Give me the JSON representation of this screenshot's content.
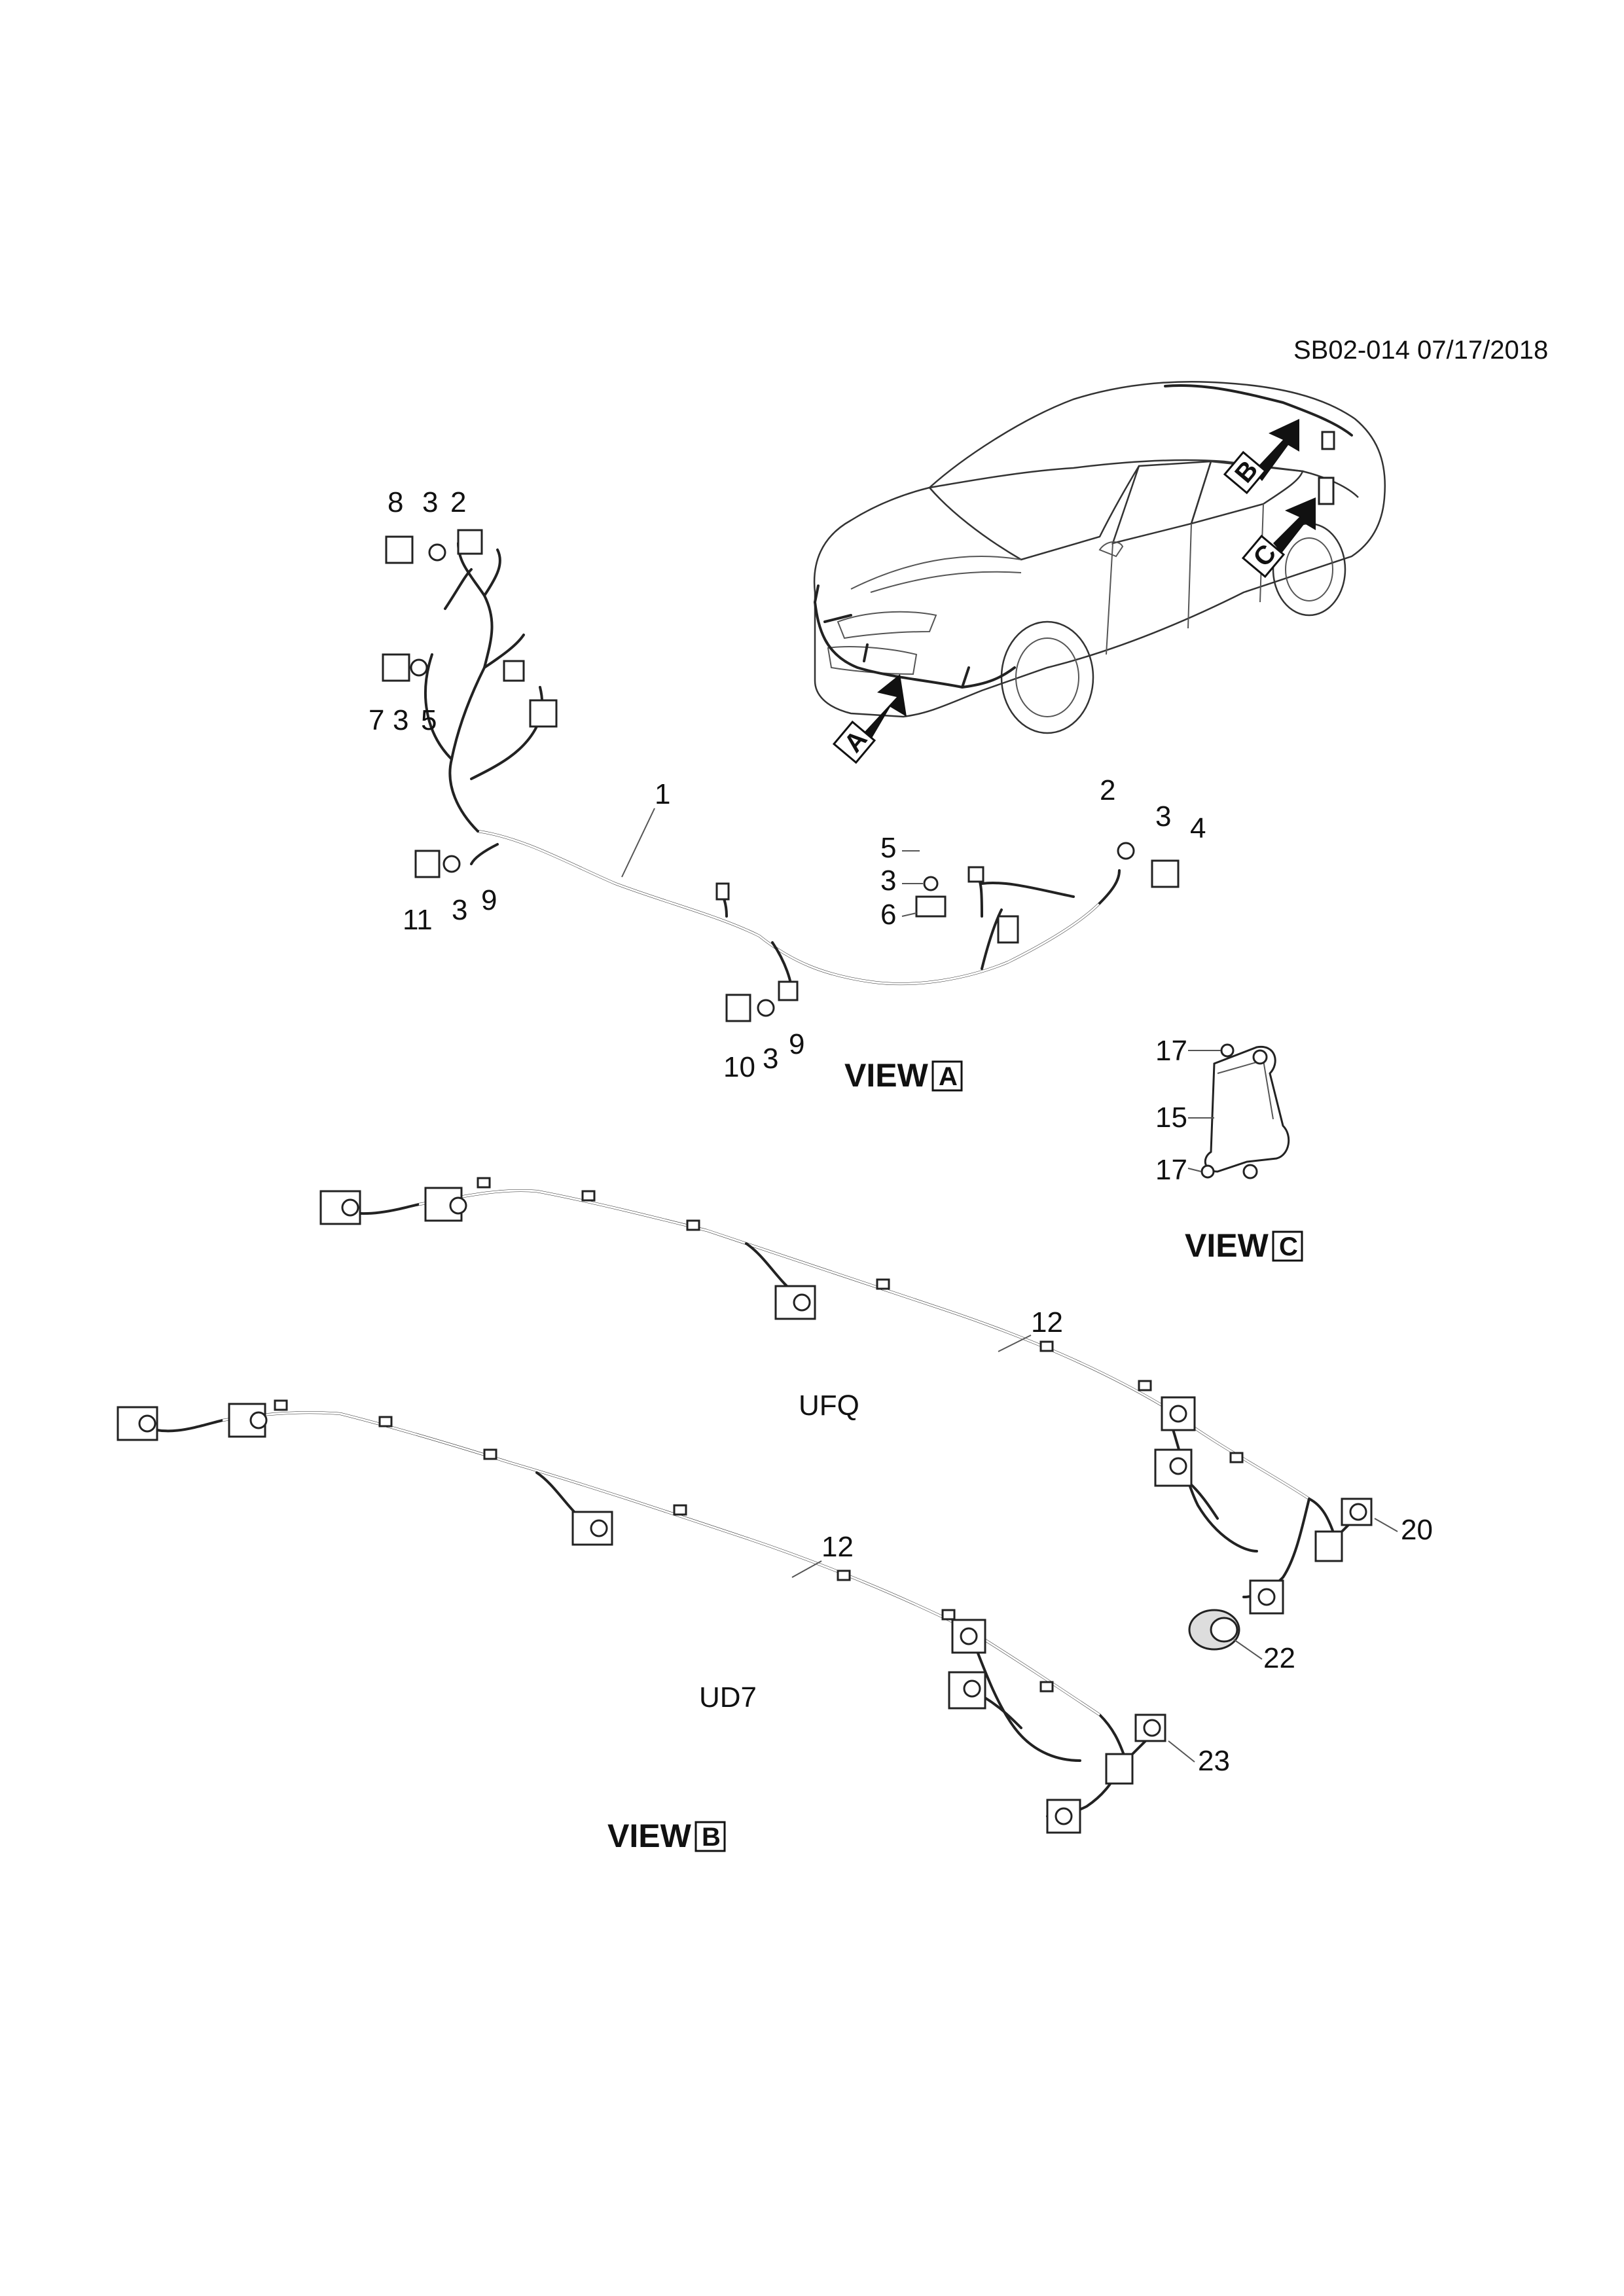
{
  "header": {
    "ref": "SB02-014 07/17/2018"
  },
  "views": {
    "a": {
      "word": "VIEW",
      "letter": "A"
    },
    "b": {
      "word": "VIEW",
      "letter": "B"
    },
    "c": {
      "word": "VIEW",
      "letter": "C"
    }
  },
  "car_arrows": {
    "a": "A",
    "b": "B",
    "c": "C"
  },
  "variants": {
    "upper": "UFQ",
    "lower": "UD7"
  },
  "callouts": {
    "a_8": "8",
    "a_3_top": "3",
    "a_2_top": "2",
    "a_7": "7",
    "a_3_mid": "3",
    "a_5_left": "5",
    "a_1": "1",
    "a_11": "11",
    "a_3_low": "3",
    "a_9_left": "9",
    "a_2_right": "2",
    "a_3_right": "3",
    "a_4": "4",
    "a_5_right": "5",
    "a_3_center": "3",
    "a_6": "6",
    "a_10": "10",
    "a_3_bottom": "3",
    "a_9_bottom": "9",
    "c_17_top": "17",
    "c_15": "15",
    "c_17_bottom": "17",
    "b_12_upper": "12",
    "b_20": "20",
    "b_22": "22",
    "b_12_lower": "12",
    "b_23": "23"
  }
}
